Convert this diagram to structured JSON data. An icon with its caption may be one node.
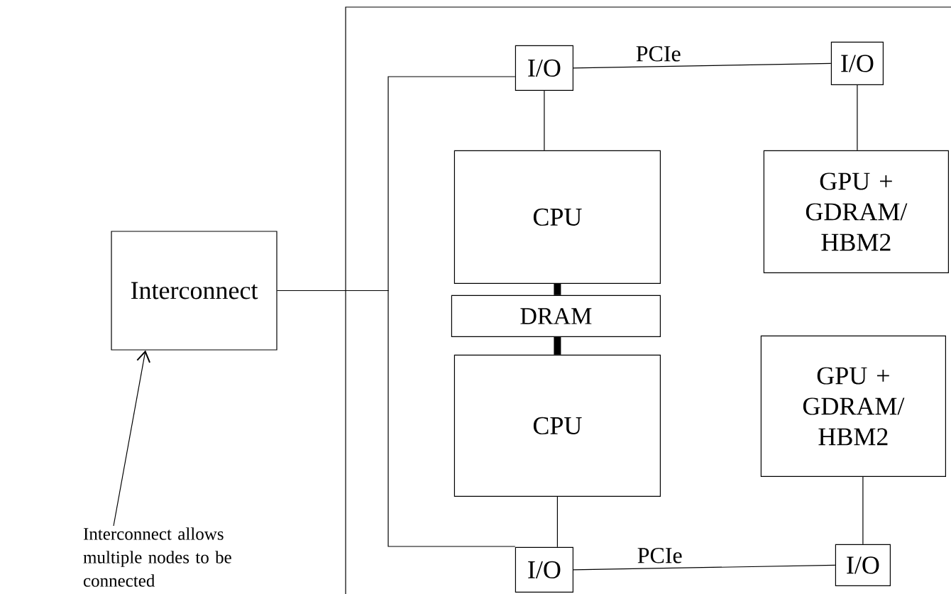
{
  "diagram": {
    "nodes": [
      {
        "text": [],
        "shape": "box"
      },
      {
        "text": [
          "Interconnect"
        ]
      },
      {
        "text": [
          "I/O"
        ],
        "in": 0
      },
      {
        "text": [
          "I/O"
        ],
        "in": 0
      },
      {
        "text": [
          "CPU"
        ],
        "in": 0
      },
      {
        "text": [
          "GPU + GDRAM/ HBM2"
        ],
        "in": 0
      },
      {
        "text": [
          "DRAM"
        ],
        "in": 0
      },
      {
        "text": [
          "CPU"
        ],
        "in": 0
      },
      {
        "text": [
          "GPU + GDRAM/ HBM2"
        ],
        "in": 0
      },
      {
        "text": [
          "I/O"
        ],
        "in": 0
      },
      {
        "text": [
          "I/O"
        ],
        "in": 0
      },
      {
        "text": [
          "Interconnect allows multiple nodes to be connected"
        ]
      }
    ],
    "edges": [
      {
        "from": 1,
        "to": 2,
        "arrow": "none"
      },
      {
        "from": 1,
        "to": 9,
        "arrow": "none"
      },
      {
        "from": 2,
        "to": 3,
        "arrow": "none",
        "label": "PCIe"
      },
      {
        "from": 2,
        "to": 4,
        "arrow": "none"
      },
      {
        "from": 3,
        "to": 5,
        "arrow": "none"
      },
      {
        "from": 4,
        "to": 6,
        "arrow": "none",
        "style": "thick"
      },
      {
        "from": 6,
        "to": 7,
        "arrow": "none",
        "style": "thick"
      },
      {
        "from": 7,
        "to": 9,
        "arrow": "none"
      },
      {
        "from": 9,
        "to": 10,
        "arrow": "none",
        "label": "PCIe"
      },
      {
        "from": 8,
        "to": 10,
        "arrow": "none"
      },
      {
        "from": 11,
        "to": 1,
        "arrow": "to"
      }
    ]
  }
}
